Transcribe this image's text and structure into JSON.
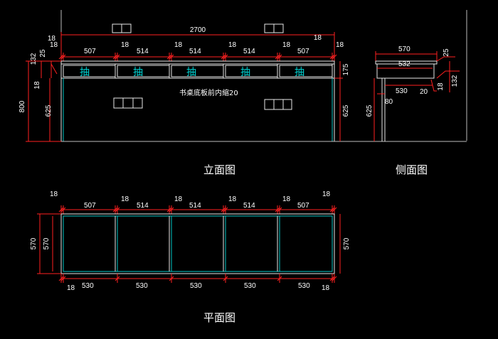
{
  "titles": {
    "elevation": "立面图",
    "side": "侧面图",
    "plan": "平面图"
  },
  "note": "书桌底板前内缩20",
  "drawer_label": "抽",
  "elevation": {
    "total_width": "2700",
    "segments": [
      "18",
      "507",
      "18",
      "514",
      "18",
      "514",
      "18",
      "514",
      "18",
      "507",
      "18"
    ],
    "top_left_18": "18",
    "top_right_18": "18",
    "left_dims": {
      "d800": "800",
      "d132": "132",
      "d25": "25",
      "d18": "18",
      "d625": "625"
    },
    "right_dims": {
      "d175": "175",
      "d625": "625"
    }
  },
  "side": {
    "w570": "570",
    "w532": "532",
    "w530": "530",
    "w20": "20",
    "d25": "25",
    "d18": "18",
    "d132": "132",
    "d625": "625",
    "d80": "80"
  },
  "plan": {
    "top_segments": [
      "18",
      "507",
      "18",
      "514",
      "18",
      "514",
      "18",
      "514",
      "18",
      "507",
      "18"
    ],
    "bottom_segments": [
      "18",
      "530",
      "530",
      "530",
      "530",
      "530",
      "18"
    ],
    "left_outer": "570",
    "left_inner": "570",
    "right": "570"
  },
  "colors": {
    "dimension": "#ff2020",
    "outline": "#e8e8e8",
    "inner": "#00c8c8",
    "background": "#000000"
  }
}
